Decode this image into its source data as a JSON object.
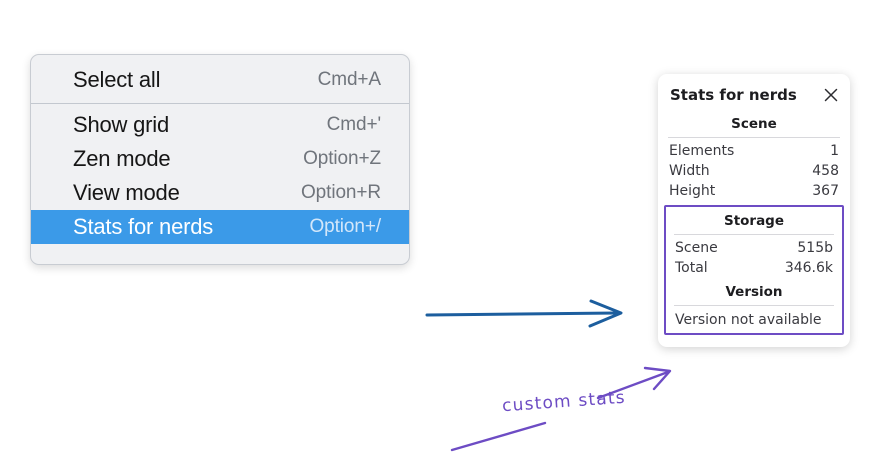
{
  "context_menu": {
    "groups": [
      {
        "items": [
          {
            "label": "Select all",
            "accel": "Cmd+A",
            "selected": false
          }
        ]
      },
      {
        "items": [
          {
            "label": "Show grid",
            "accel": "Cmd+'",
            "selected": false
          },
          {
            "label": "Zen mode",
            "accel": "Option+Z",
            "selected": false
          },
          {
            "label": "View mode",
            "accel": "Option+R",
            "selected": false
          },
          {
            "label": "Stats for nerds",
            "accel": "Option+/",
            "selected": true
          }
        ]
      }
    ],
    "highlight_color": "#3b9ae8",
    "background_color": "#f0f1f3"
  },
  "stats_panel": {
    "title": "Stats for nerds",
    "close_icon": "close-icon",
    "sections": [
      {
        "name": "scene",
        "title": "Scene",
        "rows": [
          {
            "key": "Elements",
            "value": "1"
          },
          {
            "key": "Width",
            "value": "458"
          },
          {
            "key": "Height",
            "value": "367"
          }
        ]
      },
      {
        "name": "storage",
        "title": "Storage",
        "rows": [
          {
            "key": "Scene",
            "value": "515b"
          },
          {
            "key": "Total",
            "value": "346.6k"
          }
        ]
      },
      {
        "name": "version",
        "title": "Version",
        "text": "Version not available"
      }
    ]
  },
  "annotations": {
    "handwritten_label": "custom stats",
    "blue_arrow_color": "#1c5e9e",
    "purple_color": "#6d4cc4"
  }
}
